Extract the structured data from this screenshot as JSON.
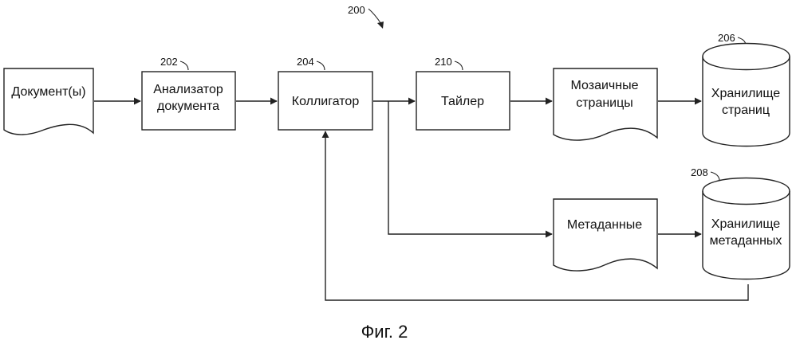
{
  "figure": {
    "number": "200",
    "caption": "Фиг. 2"
  },
  "nodes": {
    "documents": {
      "label": "Документ(ы)"
    },
    "analyzer": {
      "ref": "202",
      "label_line1": "Анализатор",
      "label_line2": "документа"
    },
    "collator": {
      "ref": "204",
      "label": "Коллигатор"
    },
    "tiler": {
      "ref": "210",
      "label": "Тайлер"
    },
    "mosaic_pages": {
      "label_line1": "Мозаичные",
      "label_line2": "страницы"
    },
    "page_store": {
      "ref": "206",
      "label_line1": "Хранилище",
      "label_line2": "страниц"
    },
    "metadata": {
      "label": "Метаданные"
    },
    "metadata_store": {
      "ref": "208",
      "label_line1": "Хранилище",
      "label_line2": "метаданных"
    }
  }
}
